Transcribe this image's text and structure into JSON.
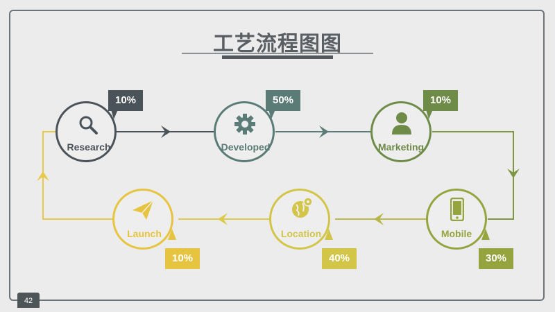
{
  "title": "工艺流程图图",
  "page_number": "42",
  "steps": [
    {
      "label": "Research",
      "percent": "10%",
      "icon": "search-icon",
      "color": "#4a525a"
    },
    {
      "label": "Developed",
      "percent": "50%",
      "icon": "gear-icon",
      "color": "#5b7b76"
    },
    {
      "label": "Marketing",
      "percent": "10%",
      "icon": "person-icon",
      "color": "#6f8b48"
    },
    {
      "label": "Mobile",
      "percent": "30%",
      "icon": "phone-icon",
      "color": "#96a43f"
    },
    {
      "label": "Location",
      "percent": "40%",
      "icon": "globe-pin-icon",
      "color": "#d2c548"
    },
    {
      "label": "Launch",
      "percent": "10%",
      "icon": "paper-plane-icon",
      "color": "#e6c43f"
    }
  ]
}
